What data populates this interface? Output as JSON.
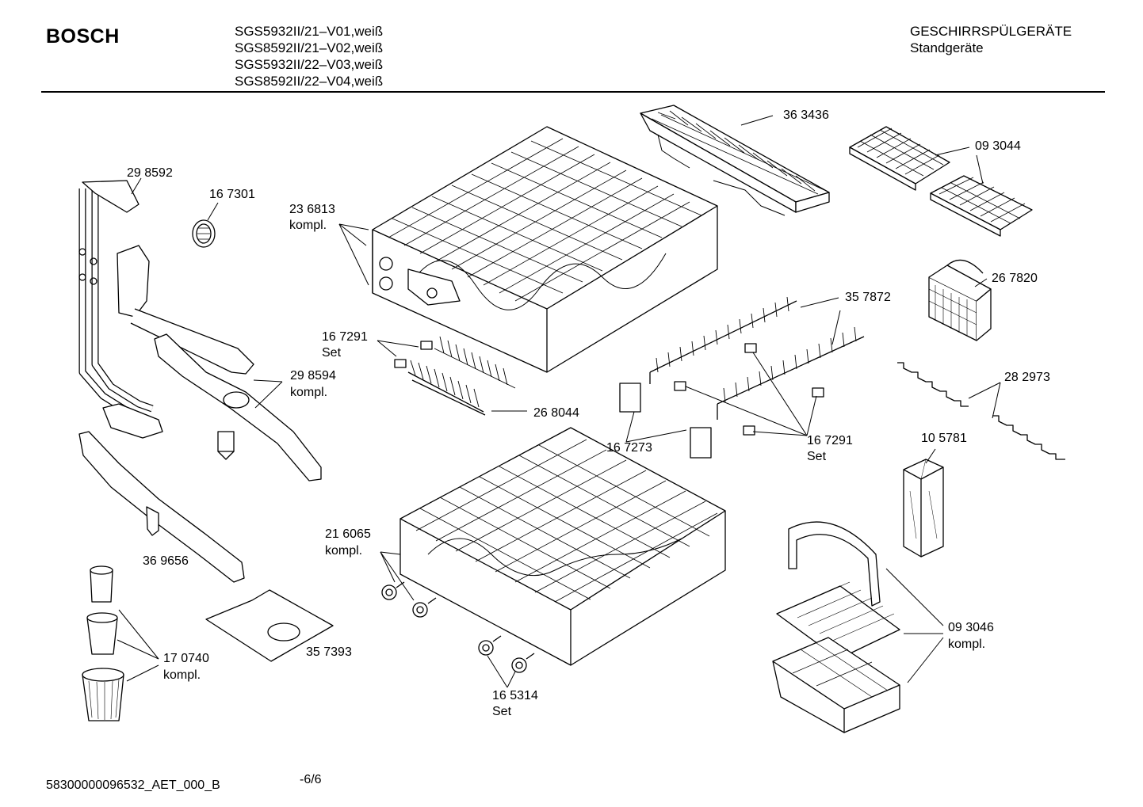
{
  "header": {
    "brand": "BOSCH",
    "models": [
      "SGS5932II/21–V01,weiß",
      "SGS8592II/21–V02,weiß",
      "SGS5932II/22–V03,weiß",
      "SGS8592II/22–V04,weiß"
    ],
    "category": "GESCHIRRSPÜLGERÄTE",
    "subcategory": "Standgeräte"
  },
  "parts": [
    {
      "number": "36 3436",
      "note": ""
    },
    {
      "number": "09 3044",
      "note": ""
    },
    {
      "number": "29 8592",
      "note": ""
    },
    {
      "number": "16 7301",
      "note": ""
    },
    {
      "number": "23 6813",
      "note": "kompl."
    },
    {
      "number": "26 7820",
      "note": ""
    },
    {
      "number": "35 7872",
      "note": ""
    },
    {
      "number": "16 7291",
      "note": "Set"
    },
    {
      "number": "29 8594",
      "note": "kompl."
    },
    {
      "number": "28 2973",
      "note": ""
    },
    {
      "number": "26 8044",
      "note": ""
    },
    {
      "number": "16 7273",
      "note": ""
    },
    {
      "number": "16 7291",
      "note": "Set"
    },
    {
      "number": "10 5781",
      "note": ""
    },
    {
      "number": "21 6065",
      "note": "kompl."
    },
    {
      "number": "36 9656",
      "note": ""
    },
    {
      "number": "09 3046",
      "note": "kompl."
    },
    {
      "number": "35 7393",
      "note": ""
    },
    {
      "number": "17 0740",
      "note": "kompl."
    },
    {
      "number": "16 5314",
      "note": "Set"
    }
  ],
  "footer": {
    "doc_id": "58300000096532_AET_000_B",
    "page": "-6/6"
  }
}
